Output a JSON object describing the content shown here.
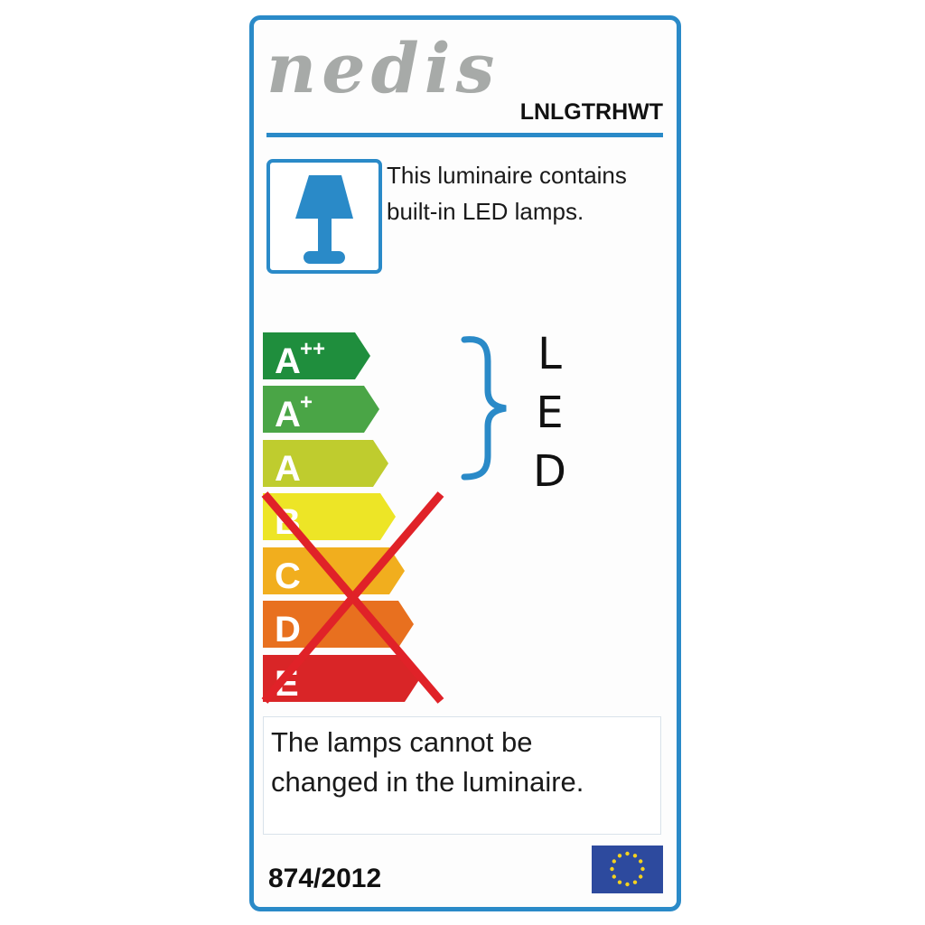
{
  "brand": {
    "logo_text": "nedis",
    "logo_color": "#a7aaa8"
  },
  "model": {
    "code": "LNLGTRHWT"
  },
  "info": {
    "icon": "table-lamp-icon",
    "line1": "This luminaire contains",
    "line2": "built-in LED lamps."
  },
  "energy_scale": {
    "classes": [
      {
        "base": "A",
        "sup": "++",
        "color": "#1f8e3d",
        "crossed": false
      },
      {
        "base": "A",
        "sup": "+",
        "color": "#4aa546",
        "crossed": false
      },
      {
        "base": "A",
        "sup": "",
        "color": "#bfcc2e",
        "crossed": false
      },
      {
        "base": "B",
        "sup": "",
        "color": "#ede526",
        "crossed": true
      },
      {
        "base": "C",
        "sup": "",
        "color": "#f1ae1e",
        "crossed": true
      },
      {
        "base": "D",
        "sup": "",
        "color": "#e8701f",
        "crossed": true
      },
      {
        "base": "E",
        "sup": "",
        "color": "#d92527",
        "crossed": true
      }
    ],
    "cross_color": "#e02228",
    "bracket_label": [
      "L",
      "E",
      "D"
    ],
    "bracket_color": "#2a8ac8"
  },
  "note": {
    "line1": "The lamps cannot be",
    "line2": "changed in the luminaire."
  },
  "footer": {
    "regulation": "874/2012",
    "flag": "eu-flag-icon"
  },
  "colors": {
    "accent": "#2a8ac8",
    "text": "#1a1a1a"
  }
}
